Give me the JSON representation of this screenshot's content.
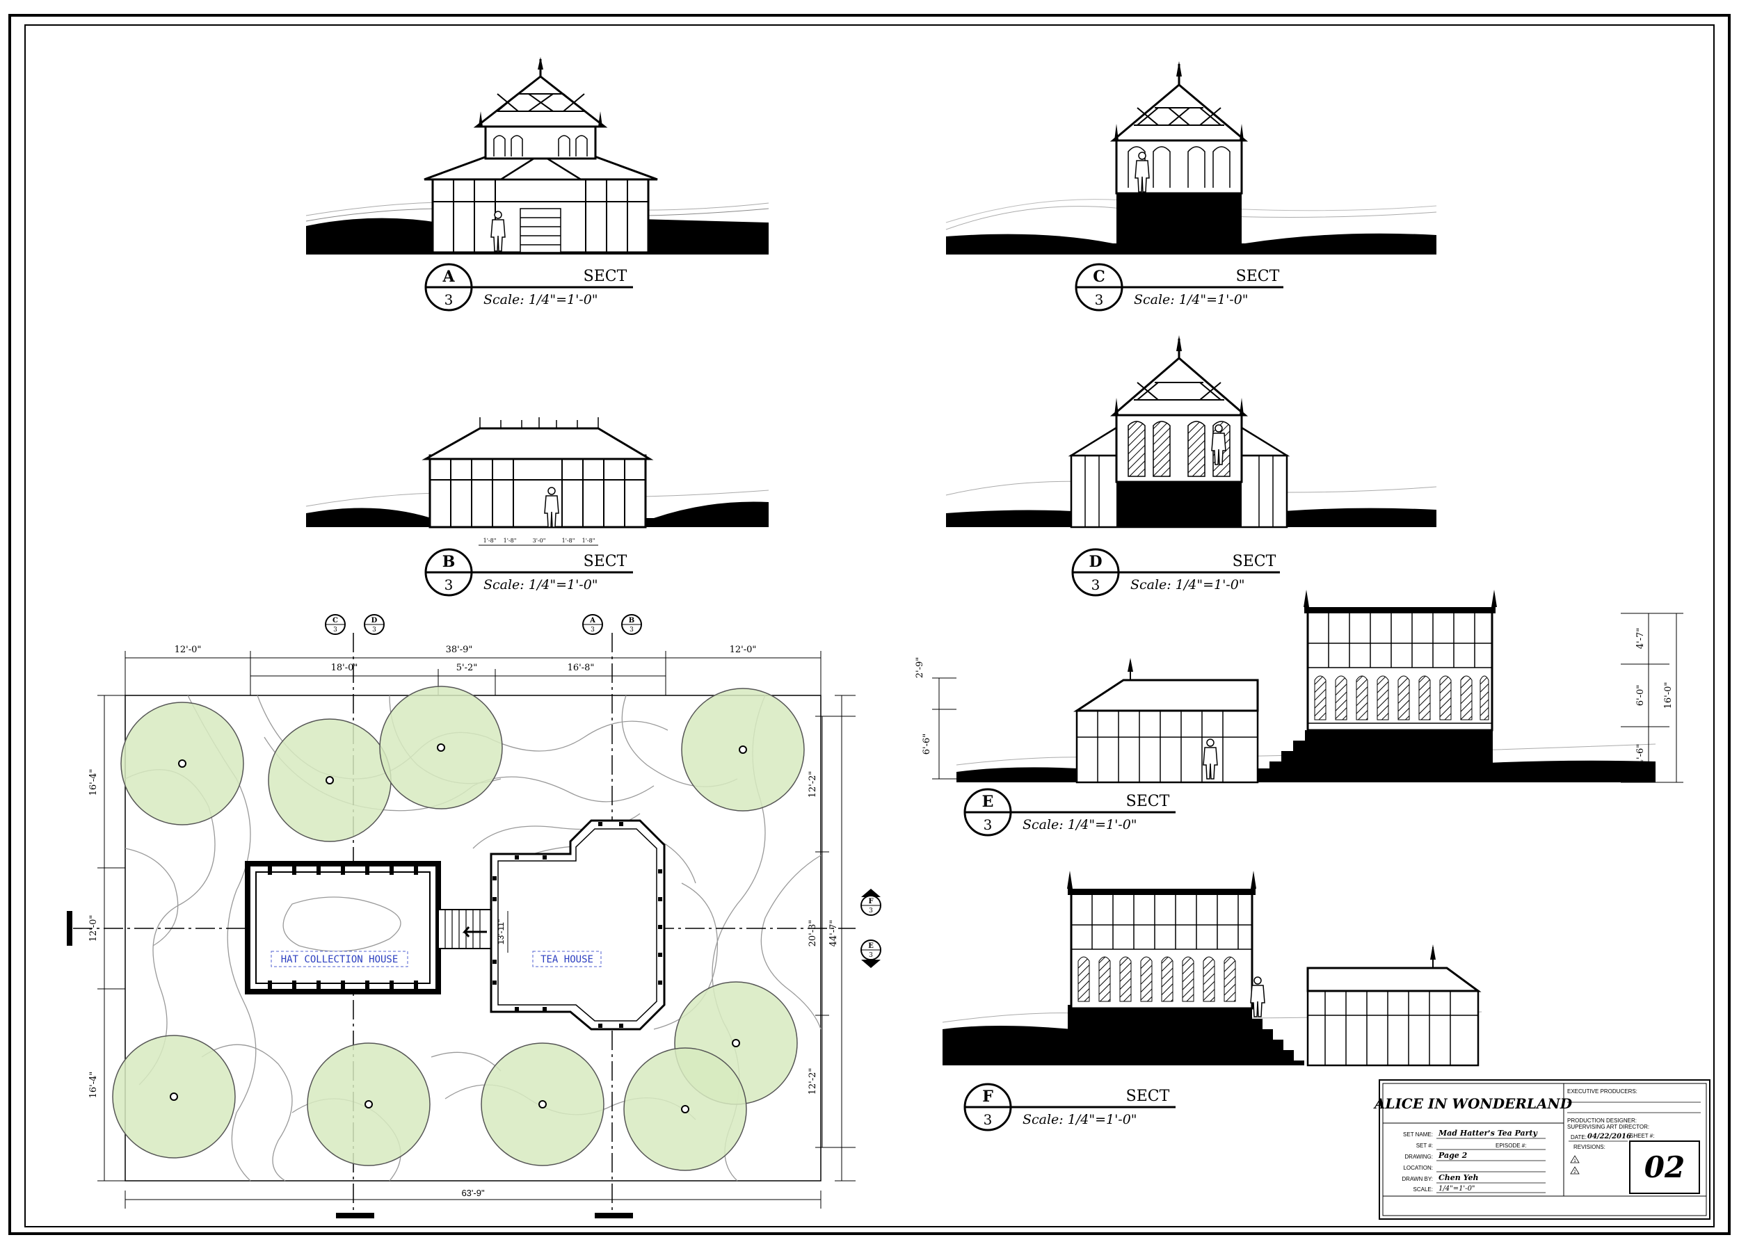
{
  "sections": [
    {
      "letter": "A",
      "sheet": "3",
      "title": "SECT",
      "scale": "Scale: 1/4\"=1'-0\""
    },
    {
      "letter": "B",
      "sheet": "3",
      "title": "SECT",
      "scale": "Scale: 1/4\"=1'-0\""
    },
    {
      "letter": "C",
      "sheet": "3",
      "title": "SECT",
      "scale": "Scale: 1/4\"=1'-0\""
    },
    {
      "letter": "D",
      "sheet": "3",
      "title": "SECT",
      "scale": "Scale: 1/4\"=1'-0\""
    },
    {
      "letter": "E",
      "sheet": "3",
      "title": "SECT",
      "scale": "Scale: 1/4\"=1'-0\""
    },
    {
      "letter": "F",
      "sheet": "3",
      "title": "SECT",
      "scale": "Scale: 1/4\"=1'-0\""
    }
  ],
  "section_b_dims": [
    "1'-8\"",
    "1'-8\"",
    "3'-0\"",
    "1'-8\"",
    "1'-8\""
  ],
  "plan": {
    "labels": {
      "hat_house": "HAT COLLECTION HOUSE",
      "tea_house": "TEA HOUSE"
    },
    "dims_top_outer": [
      "12'-0\"",
      "38'-9\"",
      "12'-0\""
    ],
    "dims_top_inner": [
      "18'-0\"",
      "5'-2\"",
      "16'-8\""
    ],
    "dims_left": [
      "16'-4\"",
      "12'-0\"",
      "16'-4\""
    ],
    "dims_right_inner": [
      "12'-2\"",
      "20'-3\"",
      "12'-2\""
    ],
    "dim_right_total": "44'-7\"",
    "dim_bottom": "63'-9\"",
    "dim_stair": "13'-11\"",
    "markers_top": [
      [
        "C",
        "3"
      ],
      [
        "D",
        "3"
      ],
      [
        "A",
        "3"
      ],
      [
        "B",
        "3"
      ]
    ],
    "markers_right": [
      [
        "F",
        "3"
      ],
      [
        "E",
        "3"
      ]
    ]
  },
  "elev_e_dims": {
    "left": [
      "2'-9\"",
      "6'-6\""
    ],
    "right": [
      "4'-7\"",
      "6'-0\"",
      "4'-6\""
    ],
    "right_total": "16'-0\""
  },
  "title_block": {
    "project": "ALICE IN WONDERLAND",
    "exec_producers": "EXECUTIVE PRODUCERS:",
    "prod_designer": "PRODUCTION DESIGNER:",
    "sup_art_director": "SUPERVISING ART DIRECTOR:",
    "set_name_label": "SET NAME:",
    "set_name": "Mad Hatter's Tea Party",
    "set_no_label": "SET #:",
    "episode_label": "EPISODE #:",
    "drawing_label": "DRAWING:",
    "drawing": "Page 2",
    "location_label": "LOCATION:",
    "drawn_by_label": "DRAWN BY:",
    "drawn_by": "Chen Yeh",
    "scale_label": "SCALE:",
    "scale": "1/4\"=1'-0\"",
    "date_label": "DATE:",
    "date": "04/22/2016",
    "revisions_label": "REVISIONS:",
    "rev1": "1",
    "rev2": "2",
    "sheet_label": "SHEET #:",
    "sheet": "02"
  }
}
